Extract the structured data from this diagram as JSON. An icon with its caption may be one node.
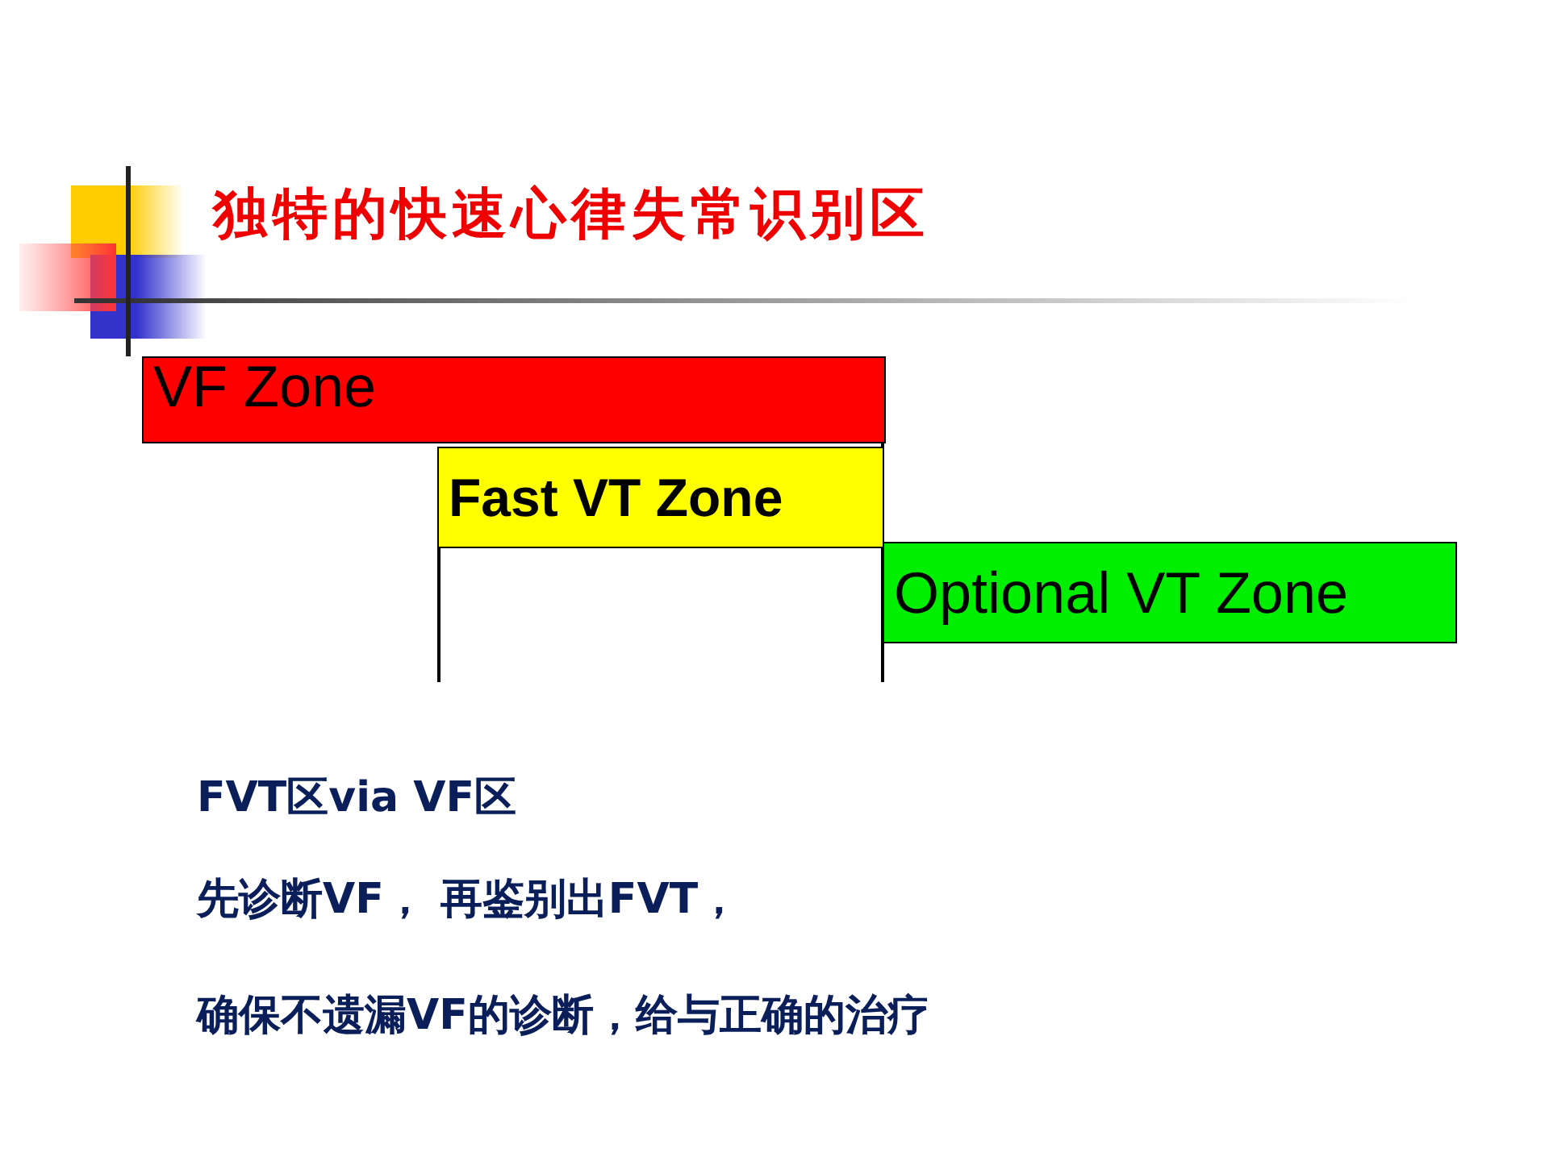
{
  "diagram": {
    "title": "独特的快速心律失常识别区",
    "nodes": [
      {
        "text": [
          "VF Zone"
        ]
      },
      {
        "text": [
          "Fast VT Zone"
        ]
      },
      {
        "text": [
          "Optional VT Zone"
        ]
      }
    ],
    "edges": [],
    "labels": [
      "FVT区via VF区",
      "先诊断VF， 再鉴别出FVT，",
      "确保不遗漏VF的诊断，给与正确的治疗"
    ]
  }
}
